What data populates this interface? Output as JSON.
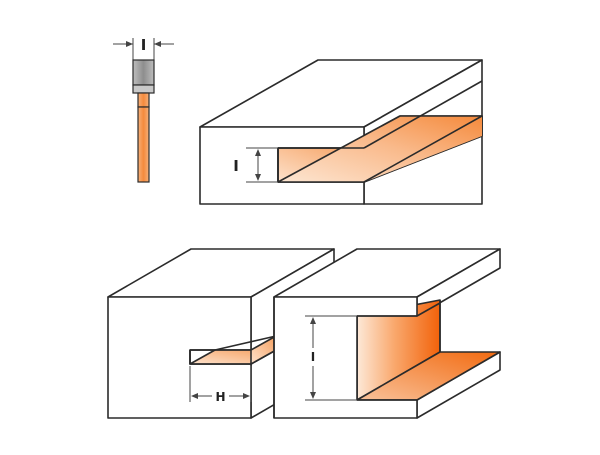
{
  "colors": {
    "line": "#2b2b2b",
    "orange_light": "#fde4cf",
    "orange_mid": "#f6a56b",
    "orange_deep": "#f26a10",
    "shank_grey": "#9a9a9a",
    "dim_line": "#444444"
  },
  "labels": {
    "cutter_width": "I",
    "top_slot_height": "I",
    "left_slot_depth": "H",
    "right_slot_height": "I"
  },
  "icons": [
    "router-bit-icon",
    "dimension-arrow-icon"
  ]
}
